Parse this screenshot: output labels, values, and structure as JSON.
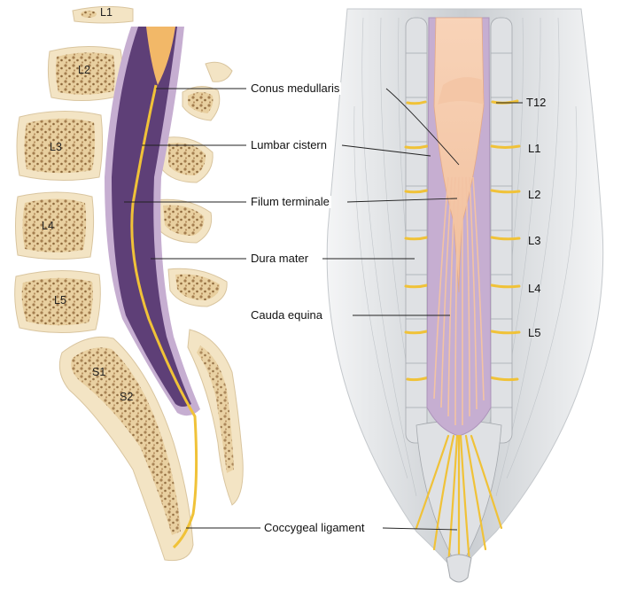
{
  "left_vertebrae": [
    "L1",
    "L2",
    "L3",
    "L4",
    "L5",
    "S1",
    "S2"
  ],
  "center_labels": {
    "conus": "Conus medullaris",
    "cistern": "Lumbar cistern",
    "filum": "Filum terminale",
    "dura": "Dura mater",
    "cauda": "Cauda equina",
    "coccygeal": "Coccygeal ligament"
  },
  "right_levels": [
    "T12",
    "L1",
    "L2",
    "L3",
    "L4",
    "L5"
  ],
  "colors": {
    "bone": "#f3e4c4",
    "bone_spongy": "#a9875a",
    "dura": "#c6aed1",
    "cistern": "#5e3f77",
    "cord": "#f6cdb0",
    "nerve": "#f0c238",
    "muscle": "#d7dadd"
  }
}
